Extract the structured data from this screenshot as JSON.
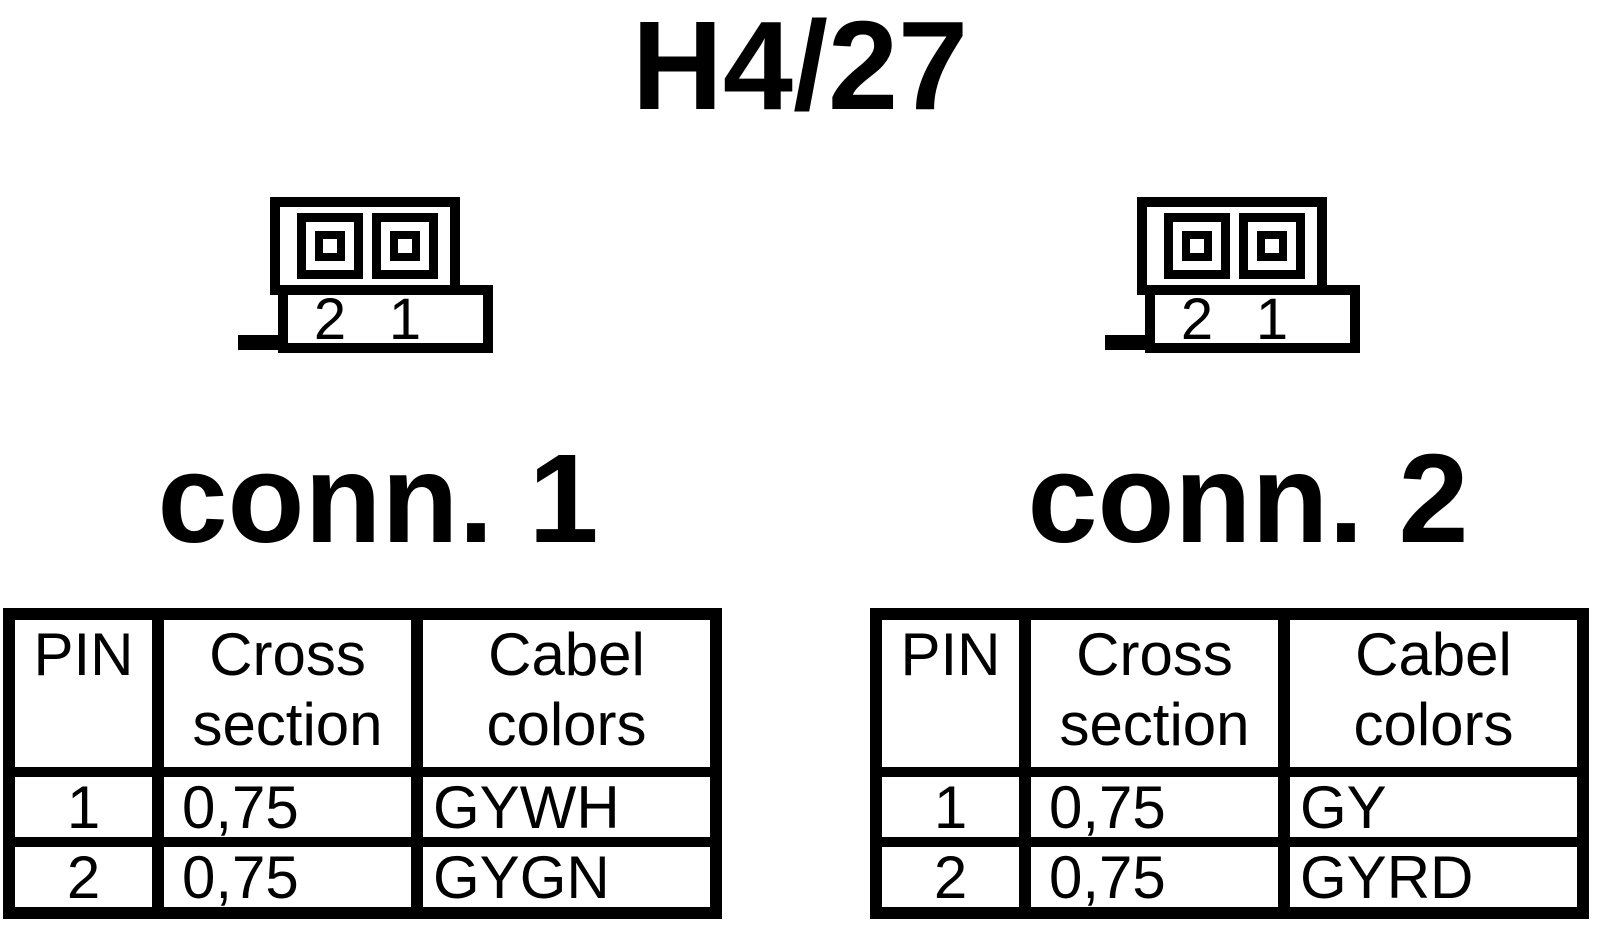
{
  "page": {
    "title": "H4/27",
    "colors": {
      "ink": "#000000",
      "paper": "#ffffff"
    }
  },
  "connectors": [
    {
      "label": "conn. 1",
      "pin_numbers": [
        "2",
        "1"
      ],
      "table": {
        "headers": [
          "PIN",
          "Cross\nsection",
          "Cabel\ncolors"
        ],
        "rows": [
          [
            "1",
            "0,75",
            "GYWH"
          ],
          [
            "2",
            "0,75",
            "GYGN"
          ]
        ]
      }
    },
    {
      "label": "conn. 2",
      "pin_numbers": [
        "2",
        "1"
      ],
      "table": {
        "headers": [
          "PIN",
          "Cross\nsection",
          "Cabel\ncolors"
        ],
        "rows": [
          [
            "1",
            "0,75",
            "GY"
          ],
          [
            "2",
            "0,75",
            "GYRD"
          ]
        ]
      }
    }
  ]
}
